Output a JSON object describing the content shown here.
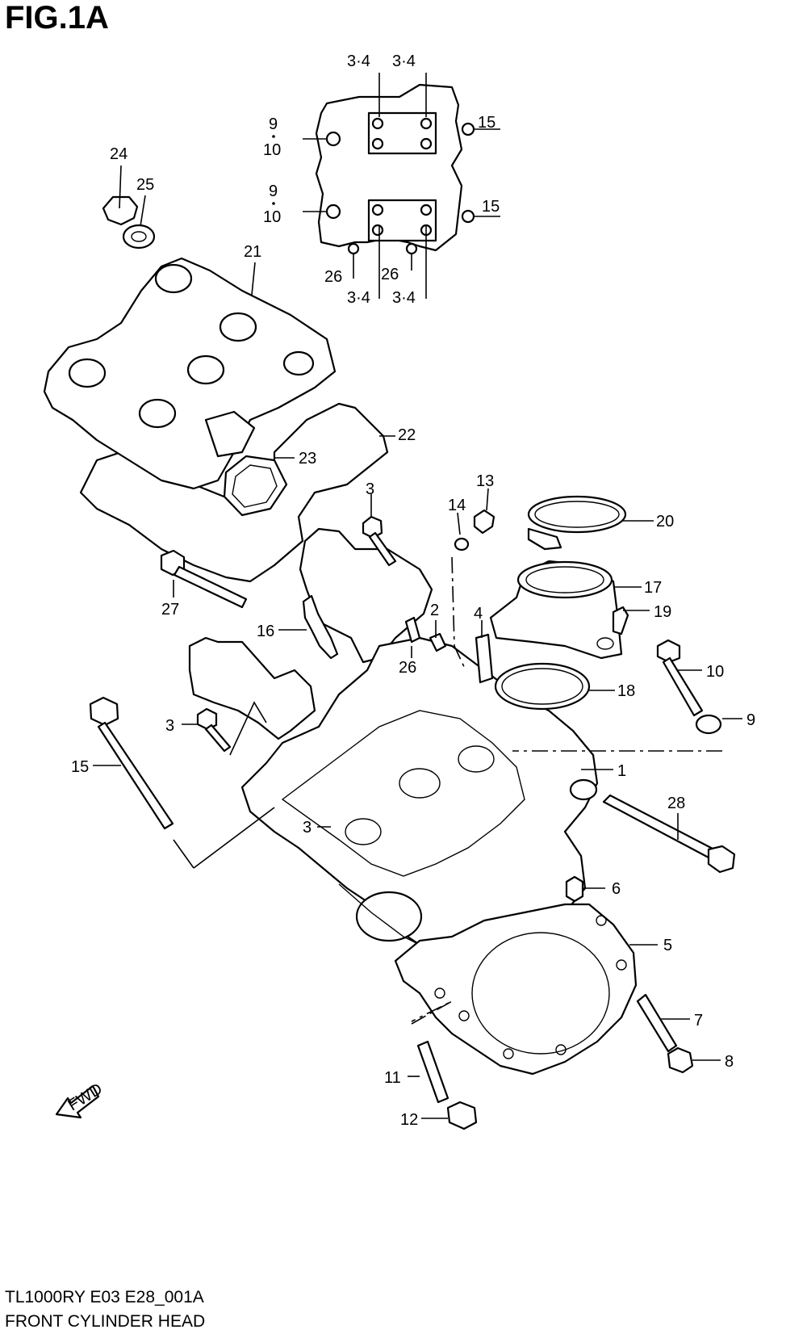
{
  "figure": {
    "title": "FIG.1A",
    "code": "TL1000RY E03 E28_001A",
    "caption": "FRONT CYLINDER HEAD"
  },
  "callouts": {
    "c1": "1",
    "c2": "2",
    "c3a": "3",
    "c3b": "3",
    "c3c": "3",
    "c4": "4",
    "c5": "5",
    "c6": "6",
    "c7": "7",
    "c8": "8",
    "c9a": "9",
    "c9b": "9",
    "c9c": "9",
    "c10a": "10",
    "c10b": "10",
    "c10c": "10",
    "c11": "11",
    "c12": "12",
    "c13": "13",
    "c14": "14",
    "c15a": "15",
    "c15b": "15",
    "c15c": "15",
    "c16": "16",
    "c17": "17",
    "c18": "18",
    "c19": "19",
    "c20": "20",
    "c21": "21",
    "c22": "22",
    "c23": "23",
    "c24": "24",
    "c25": "25",
    "c26a": "26",
    "c26b": "26",
    "c26c": "26",
    "c27": "27",
    "c28": "28",
    "c34a": "3·4",
    "c34b": "3·4",
    "c34c": "3·4",
    "c34d": "3·4",
    "fwd": "FWD"
  }
}
